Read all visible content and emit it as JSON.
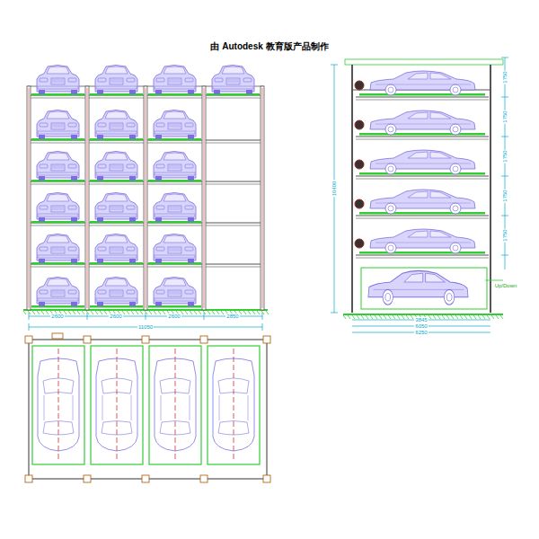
{
  "diagram": {
    "labels": [
      "由 Autodesk 教育版产品制作",
      "2600",
      "2600",
      "2600",
      "2850",
      "11050",
      "10400",
      "1750",
      "1750",
      "1750",
      "1750",
      "1750",
      "Up/Down",
      "3845",
      "6050",
      "6250"
    ]
  }
}
